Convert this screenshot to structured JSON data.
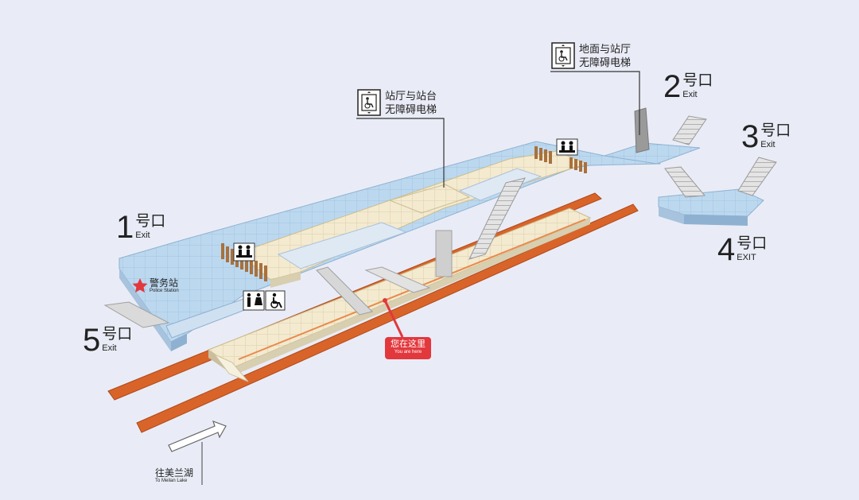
{
  "exits": [
    {
      "number": "1",
      "label_cn": "号口",
      "label_en": "Exit"
    },
    {
      "number": "2",
      "label_cn": "号口",
      "label_en": "Exit"
    },
    {
      "number": "3",
      "label_cn": "号口",
      "label_en": "Exit"
    },
    {
      "number": "4",
      "label_cn": "号口",
      "label_en": "EXIT"
    },
    {
      "number": "5",
      "label_cn": "号口",
      "label_en": "Exit"
    }
  ],
  "elevators": {
    "hall_to_platform": {
      "line1": "站厅与站台",
      "line2": "无障碍电梯"
    },
    "ground_to_hall": {
      "line1": "地面与站厅",
      "line2": "无障碍电梯"
    }
  },
  "police": {
    "cn": "警务站",
    "en": "Police Station"
  },
  "you_are_here": {
    "cn": "您在这里",
    "en": "You are here"
  },
  "direction": {
    "cn": "往美兰湖",
    "en": "To Meilan Lake"
  },
  "colors": {
    "background": "#e9ecf6",
    "concourse": "#b9d6ee",
    "platform": "#f2e8c8",
    "track": "#d96429",
    "marker": "#e2383d"
  }
}
